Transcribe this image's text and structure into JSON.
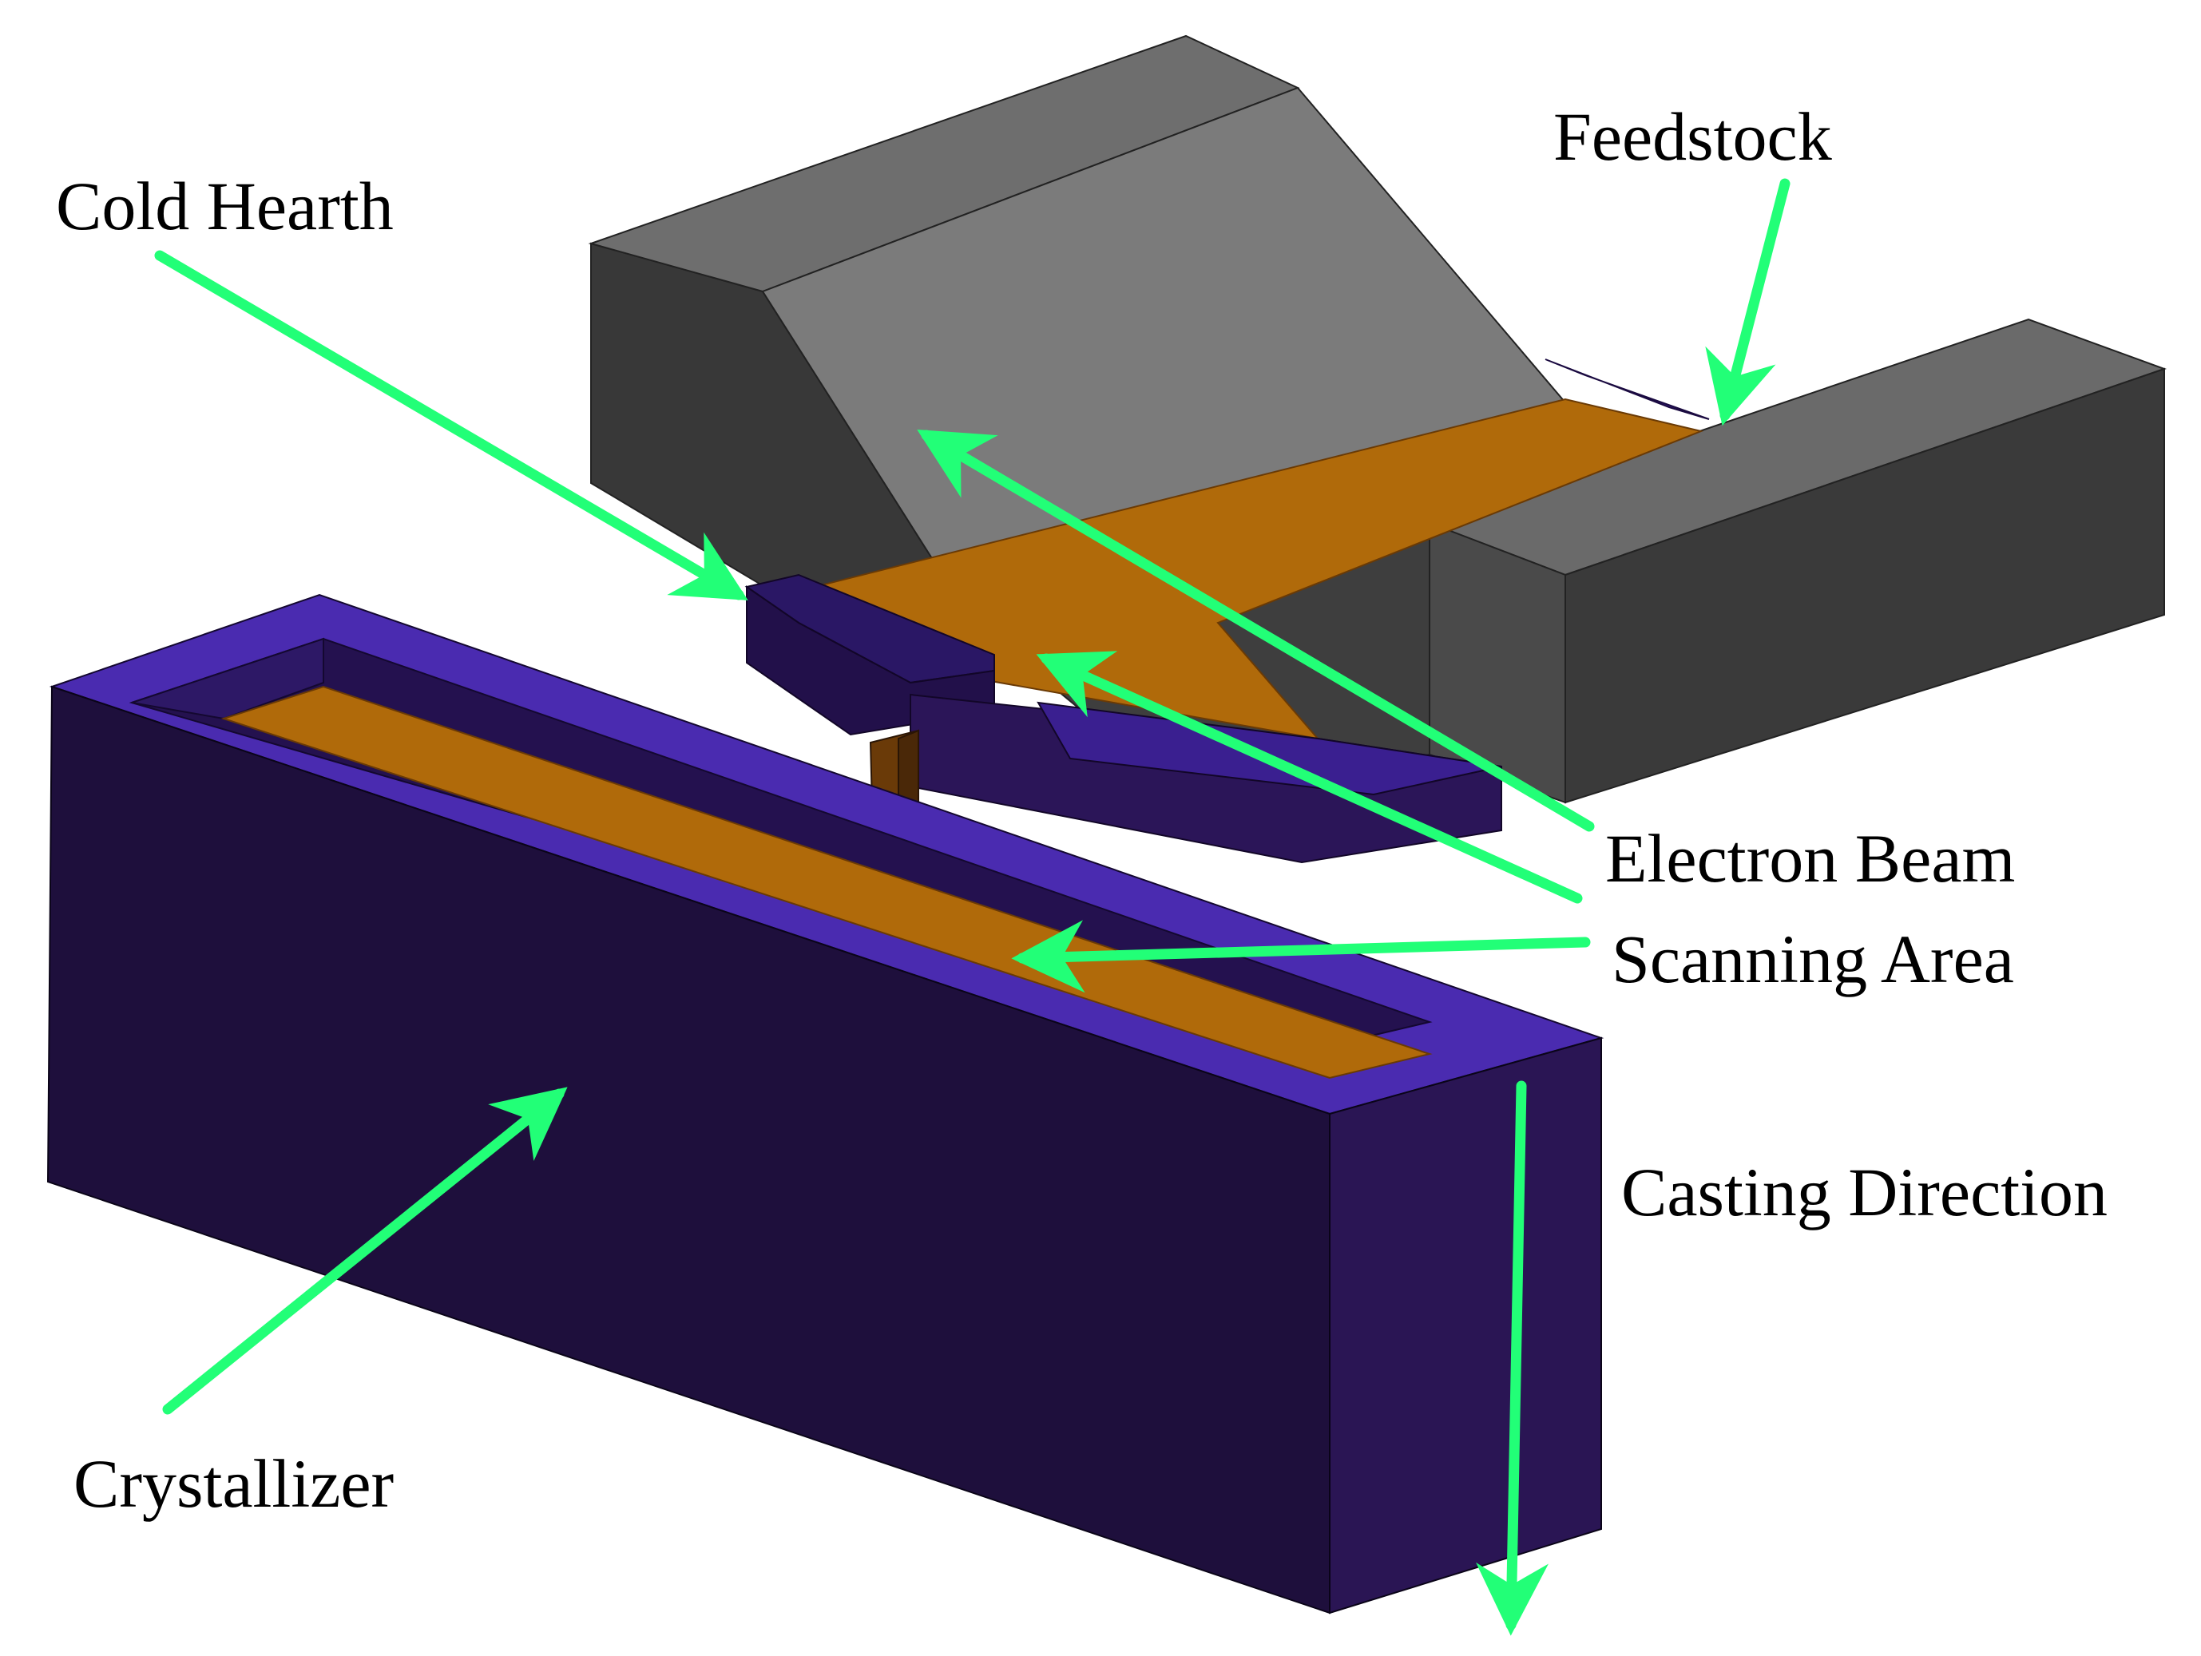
{
  "labels": {
    "feedstock": "Feedstock",
    "cold_hearth": "Cold Hearth",
    "electron_beam": "Electron Beam",
    "scanning_area": "Scanning Area",
    "casting_direction": "Casting Direction",
    "crystallizer": "Crystallizer"
  },
  "colors": {
    "background": "#ffffff",
    "arrow": "#22ff77",
    "label_text": "#000000",
    "melt": "#b06a0a",
    "melt_dark": "#4a2808",
    "crystallizer_front": "#1e0f3c",
    "crystallizer_side": "#2a1554",
    "crystallizer_rim": "#4a2bb0",
    "feedstock_top": "#6d6d6d",
    "feedstock_slope": "#7d7d7d",
    "feedstock_side": "#3a3a3a"
  }
}
